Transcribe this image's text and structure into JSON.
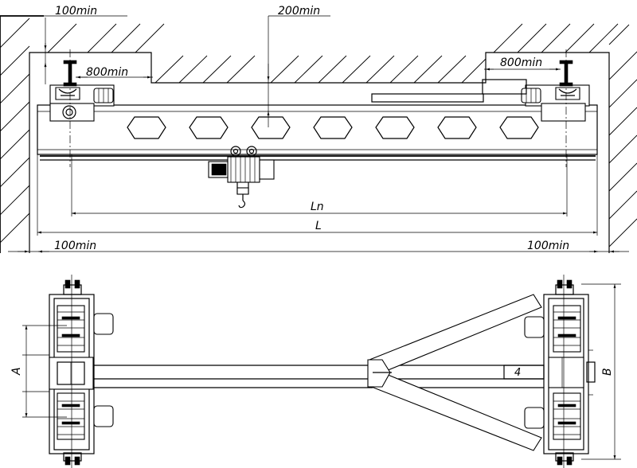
{
  "labels": {
    "clearance_top": "100min",
    "clearance_top_center": "200min",
    "hook_approach_left": "800min",
    "hook_approach_right": "800min",
    "inner_span": "Ln",
    "span": "L",
    "clearance_bottom_left": "100min",
    "clearance_bottom_right": "100min",
    "rail_gauge_a": "A",
    "end_carriage_b": "B",
    "trolley_mark": "4"
  }
}
